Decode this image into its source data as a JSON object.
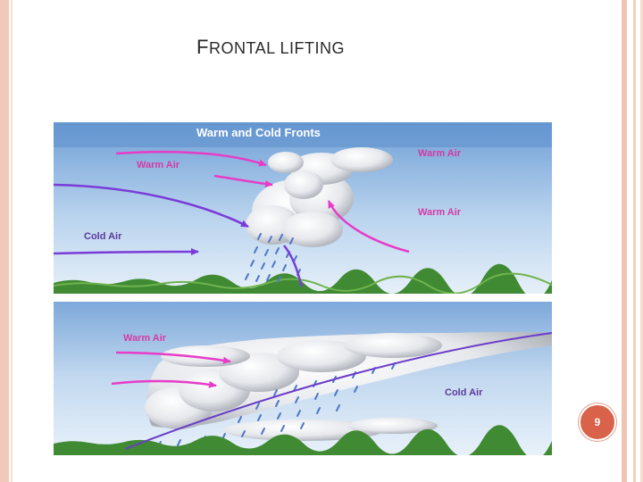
{
  "slide": {
    "title_initial": "F",
    "title_rest": "RONTAL LIFTING",
    "page_number": "9"
  },
  "diagram": {
    "heading": "Warm and Cold Fronts",
    "top_panel": {
      "labels": [
        "Warm Air",
        "Warm Air",
        "Warm Air",
        "Cold Air"
      ]
    },
    "bottom_panel": {
      "labels": [
        "Warm Air",
        "Cold Air"
      ]
    }
  },
  "colors": {
    "border": "#f2c9b8",
    "badge": "#d8624a",
    "warm_arrow": "#e63cc8",
    "cold_arrow": "#7a3cd8",
    "sky_top": "#6f9fd6",
    "sky_bottom": "#e3eef8",
    "ground": "#3f8a32"
  }
}
